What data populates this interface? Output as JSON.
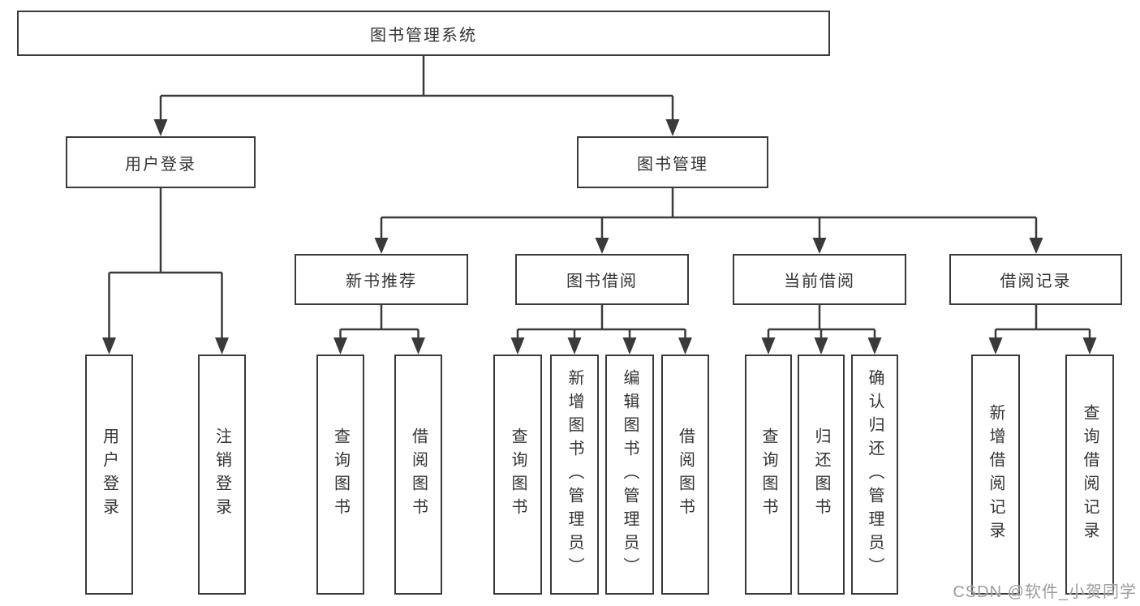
{
  "tree": {
    "root": "图书管理系统",
    "level2": [
      {
        "label": "用户登录",
        "children": [
          "用户登录",
          "注销登录"
        ]
      },
      {
        "label": "图书管理",
        "groups": [
          {
            "label": "新书推荐",
            "children": [
              "查询图书",
              "借阅图书"
            ]
          },
          {
            "label": "图书借阅",
            "children": [
              "查询图书",
              "新增图书（管理员）",
              "编辑图书（管理员）",
              "借阅图书"
            ]
          },
          {
            "label": "当前借阅",
            "children": [
              "查询图书",
              "归还图书",
              "确认归还（管理员）"
            ]
          },
          {
            "label": "借阅记录",
            "children": [
              "新增借阅记录",
              "查询借阅记录"
            ]
          }
        ]
      }
    ]
  },
  "watermark": {
    "text": "CSDN @软件_小贺同学"
  },
  "colors": {
    "line": "#3a3a3a",
    "text": "#333333",
    "background": "#ffffff",
    "watermark": "#9c9c9c"
  }
}
